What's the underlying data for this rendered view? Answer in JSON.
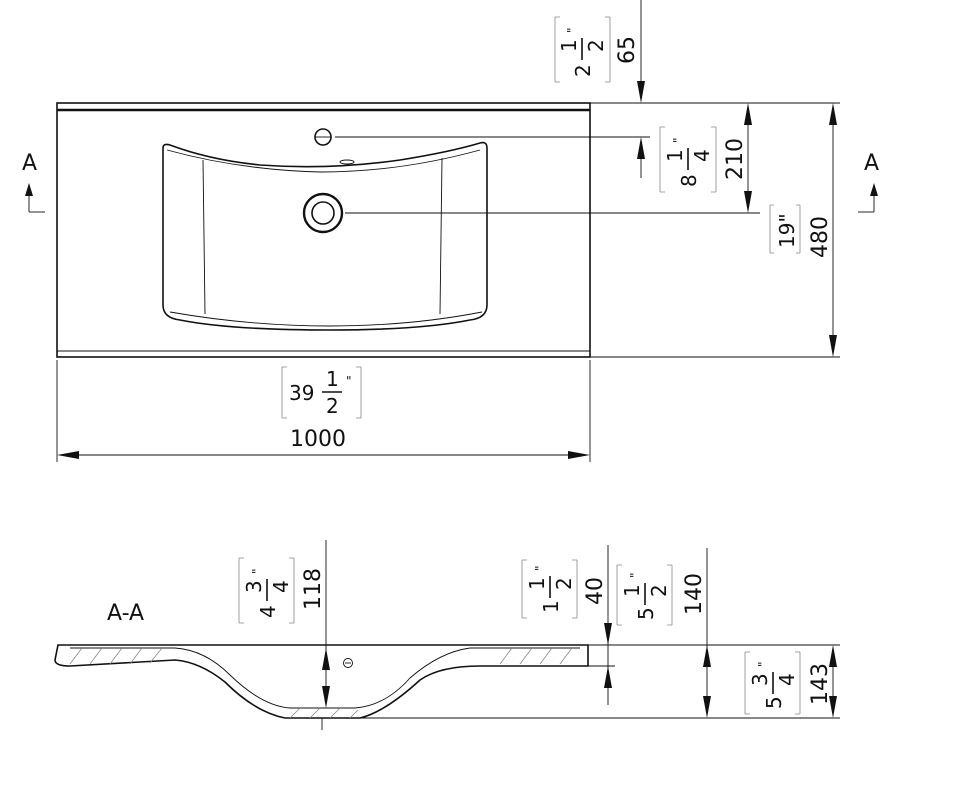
{
  "top_view": {
    "section_letter_left": "A",
    "section_letter_right": "A",
    "width_mm": "1000",
    "width_in_whole": "39",
    "width_in_num": "1",
    "width_in_den": "2",
    "depth_mm": "480",
    "depth_in": "19\"",
    "drain_offset_mm": "210",
    "drain_offset_in_whole": "8",
    "drain_offset_in_num": "1",
    "drain_offset_in_den": "4",
    "tap_offset_mm": "65",
    "tap_offset_in_whole": "2",
    "tap_offset_in_num": "1",
    "tap_offset_in_den": "2"
  },
  "section_view": {
    "label": "A-A",
    "bowl_depth_mm": "118",
    "bowl_depth_in_whole": "4",
    "bowl_depth_in_num": "3",
    "bowl_depth_in_den": "4",
    "rim_mm": "40",
    "rim_in_whole": "1",
    "rim_in_num": "1",
    "rim_in_den": "2",
    "inner_height_mm": "140",
    "inner_height_in_whole": "5",
    "inner_height_in_num": "1",
    "inner_height_in_den": "2",
    "total_height_mm": "143",
    "total_height_in_whole": "5",
    "total_height_in_num": "3",
    "total_height_in_den": "4"
  },
  "inch_mark": "\""
}
